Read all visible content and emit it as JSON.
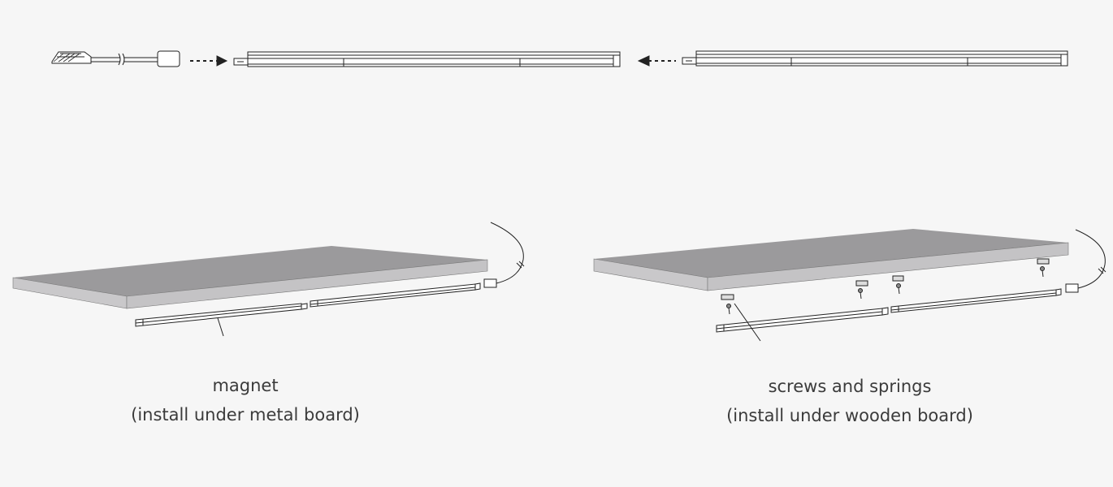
{
  "left_panel": {
    "title": "magnet",
    "subtitle": "(install under metal board)"
  },
  "right_panel": {
    "title": "screws and springs",
    "subtitle": "(install under wooden board)"
  },
  "colors": {
    "background": "#f6f6f6",
    "board_top": "#9b9a9c",
    "board_side": "#c9c8ca",
    "line": "#222222",
    "text": "#3b3b3b"
  }
}
